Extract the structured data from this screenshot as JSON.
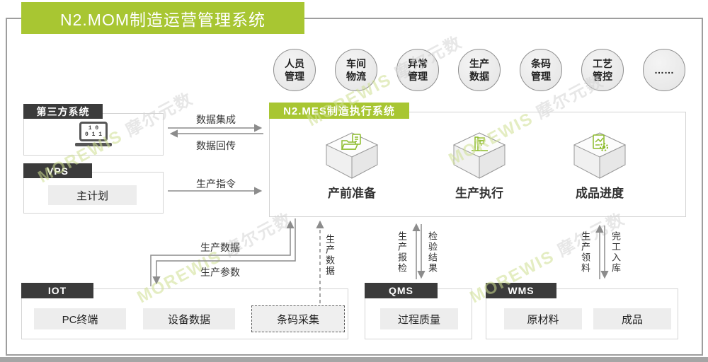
{
  "header": {
    "title": "N2.MOM制造运营管理系统"
  },
  "top_modules": [
    {
      "label": "人员\n管理"
    },
    {
      "label": "车间\n物流"
    },
    {
      "label": "异常\n管理"
    },
    {
      "label": "生产\n数据"
    },
    {
      "label": "条码\n管理"
    },
    {
      "label": "工艺\n管控"
    },
    {
      "label": "……"
    }
  ],
  "third_party": {
    "tab": "第三方系统",
    "icon": "laptop-binary-icon",
    "binary_line1": "1 0",
    "binary_line2": "0 1 1"
  },
  "vps": {
    "tab": "VPS",
    "items": [
      {
        "label": "主计划"
      }
    ]
  },
  "mes": {
    "tab": "N2.MES制造执行系统",
    "modules": [
      {
        "label": "产前准备",
        "icon": "folder-doc-icon"
      },
      {
        "label": "生产执行",
        "icon": "machine-icon"
      },
      {
        "label": "成品进度",
        "icon": "report-gear-icon"
      }
    ]
  },
  "iot": {
    "tab": "IOT",
    "items": [
      {
        "label": "PC终端"
      },
      {
        "label": "设备数据"
      },
      {
        "label": "条码采集"
      }
    ]
  },
  "qms": {
    "tab": "QMS",
    "items": [
      {
        "label": "过程质量"
      }
    ]
  },
  "wms": {
    "tab": "WMS",
    "items": [
      {
        "label": "原材料"
      },
      {
        "label": "成品"
      }
    ]
  },
  "flows": {
    "data_integration": "数据集成",
    "data_return": "数据回传",
    "production_order": "生产指令",
    "production_data_up": "生产数据",
    "production_params_down": "生产参数",
    "barcode_collect_up": "生产数据",
    "qms_up": "生产报检",
    "qms_down": "检验结果",
    "wms_up": "生产领料",
    "wms_down": "完工入库"
  },
  "watermark": {
    "latin": "MOREWIS",
    "cn": "摩尔元数"
  },
  "colors": {
    "accent_green": "#a8c632",
    "tab_dark": "#3b3b3b",
    "arrow_gray": "#8c8c8c"
  }
}
